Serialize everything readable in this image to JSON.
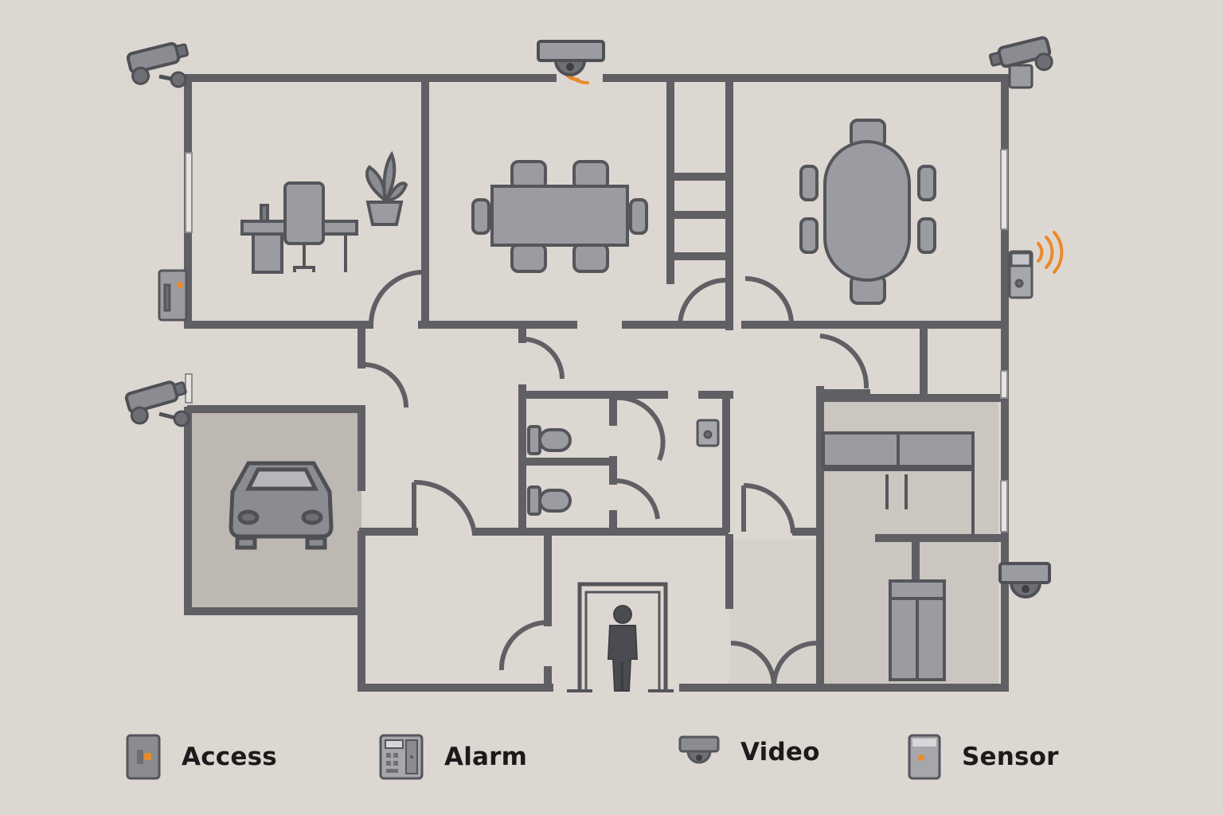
{
  "colors": {
    "background": "#ddd7d1",
    "wall": "#5f5f64",
    "furniture": "#9a9ca1",
    "furniture_dark": "#7b7d83",
    "garage_floor": "#bdb8b2",
    "storage_floor": "#cbc6bf",
    "accent_orange": "#e98a2b"
  },
  "icons": {
    "camera": "security-camera-icon",
    "dome": "dome-camera-icon",
    "car": "car-icon",
    "person": "person-icon",
    "plant": "plant-icon",
    "toilet": "toilet-icon"
  },
  "legend": [
    {
      "label": "Access",
      "icon": "access-reader-icon"
    },
    {
      "label": "Alarm",
      "icon": "alarm-panel-icon"
    },
    {
      "label": "Video",
      "icon": "dome-camera-icon"
    },
    {
      "label": "Sensor",
      "icon": "sensor-icon"
    }
  ]
}
